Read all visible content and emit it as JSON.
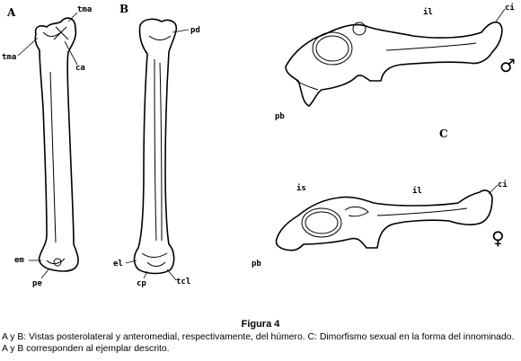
{
  "figure": {
    "panel_labels": {
      "a": "A",
      "b": "B",
      "c": "C"
    },
    "labels": {
      "tma_top": "tma",
      "tma_side": "tma",
      "ca": "ca",
      "em": "em",
      "pe": "pe",
      "pd": "pd",
      "el": "el",
      "cp": "cp",
      "tcl": "tcl",
      "il_male": "il",
      "ci_male": "ci",
      "pb_male": "pb",
      "is_female": "is",
      "il_female": "il",
      "ci_female": "ci",
      "pb_female": "pb"
    },
    "symbols": {
      "male": "♂",
      "female": "♀"
    }
  },
  "caption": {
    "title": "Figura 4",
    "text": "A y B: Vistas posterolateral y anteromedial, respectivamente, del húmero.  C: Dimorfismo sexual en la forma del innominado. A y B corresponden al ejemplar descrito."
  }
}
